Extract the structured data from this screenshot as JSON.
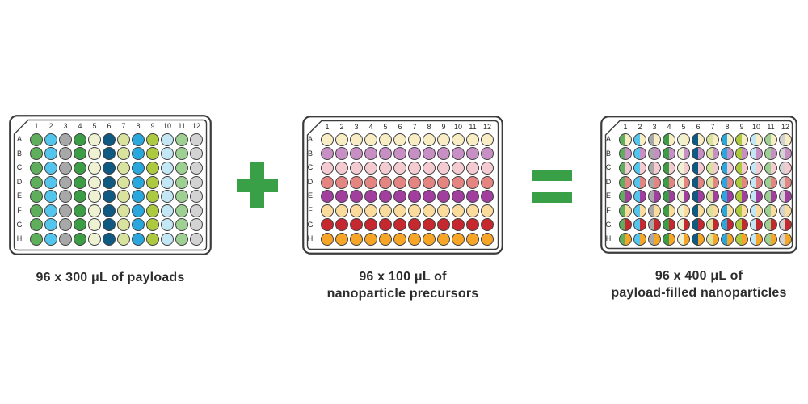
{
  "figure": {
    "operators": {
      "plus": "+",
      "equals": "="
    }
  },
  "colors": {
    "accent_green": "#3aa047",
    "plate_border": "#3c3c3c",
    "well_border": "#3e3e3e",
    "caption_text": "#2d2d2d",
    "label_text": "#2a2a2a"
  },
  "well_labels": {
    "columns": [
      "1",
      "2",
      "3",
      "4",
      "5",
      "6",
      "7",
      "8",
      "9",
      "10",
      "11",
      "12"
    ],
    "rows": [
      "A",
      "B",
      "C",
      "D",
      "E",
      "F",
      "G",
      "H"
    ]
  },
  "payload_column_colors": [
    "#5fae5c",
    "#54c6ee",
    "#a8a8a8",
    "#3d9c46",
    "#eef1d2",
    "#0e5a82",
    "#d9e39e",
    "#2aa7dd",
    "#adc940",
    "#c3e7f4",
    "#9ed093",
    "#d3d3d3"
  ],
  "precursor_row_colors": [
    "#f8edc3",
    "#c78fc3",
    "#f4cbd1",
    "#e48581",
    "#a23f9e",
    "#fcdc9c",
    "#c5282e",
    "#f6a527"
  ],
  "plates": [
    {
      "id": "payloads",
      "fill_mode": "by_column",
      "caption_lines": [
        "96 x 300 μL of payloads"
      ]
    },
    {
      "id": "nanoparticle-precursors",
      "fill_mode": "by_row",
      "caption_lines": [
        "96 x 100 μL of",
        "nanoparticle precursors"
      ]
    },
    {
      "id": "payload-filled-nanoparticles",
      "fill_mode": "combined_left_payload_right_precursor",
      "caption_lines": [
        "96 x 400 μL of",
        "payload-filled nanoparticles"
      ]
    }
  ]
}
